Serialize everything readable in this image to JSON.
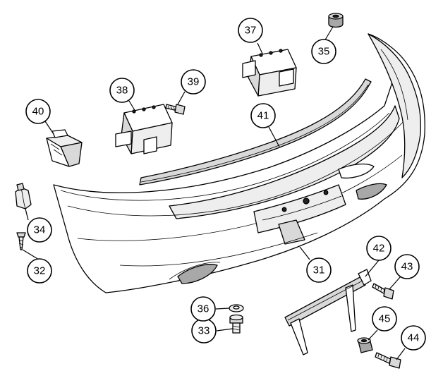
{
  "callouts": [
    {
      "id": "31",
      "label": "31"
    },
    {
      "id": "32",
      "label": "32"
    },
    {
      "id": "33",
      "label": "33"
    },
    {
      "id": "34",
      "label": "34"
    },
    {
      "id": "35",
      "label": "35"
    },
    {
      "id": "36",
      "label": "36"
    },
    {
      "id": "37",
      "label": "37"
    },
    {
      "id": "38",
      "label": "38"
    },
    {
      "id": "39",
      "label": "39"
    },
    {
      "id": "40",
      "label": "40"
    },
    {
      "id": "41",
      "label": "41"
    },
    {
      "id": "42",
      "label": "42"
    },
    {
      "id": "43",
      "label": "43"
    },
    {
      "id": "44",
      "label": "44"
    },
    {
      "id": "45",
      "label": "45"
    }
  ],
  "colors": {
    "line": "#000000",
    "background": "#ffffff",
    "shade_light": "#eeeeee",
    "shade_mid": "#d9d9d9",
    "shade_dark": "#a8a8a8"
  }
}
